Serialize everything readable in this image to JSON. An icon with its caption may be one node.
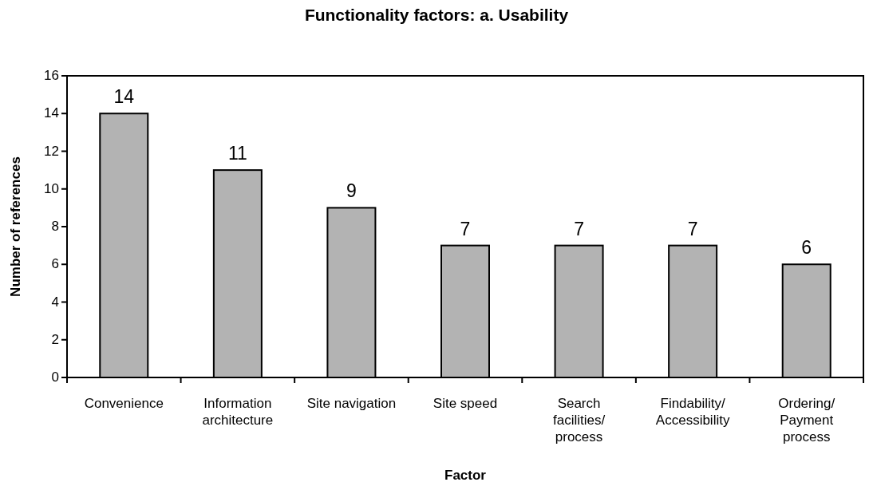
{
  "diagram": {
    "chart_data": {
      "type": "bar",
      "title": "Functionality factors: a. Usability",
      "xlabel": "Factor",
      "ylabel": "Number of references",
      "categories": [
        "Convenience",
        "Information architecture",
        "Site navigation",
        "Site speed",
        "Search facilities/ process",
        "Findability/ Accessibility",
        "Ordering/ Payment process"
      ],
      "series": [
        {
          "color": "#b3b3b3",
          "values": [
            14,
            11,
            9,
            7,
            7,
            7,
            6
          ]
        }
      ],
      "ylim": [
        0,
        16
      ],
      "yticks": [
        0,
        2,
        4,
        6,
        8,
        10,
        12,
        14,
        16
      ],
      "data_labels": true
    }
  }
}
